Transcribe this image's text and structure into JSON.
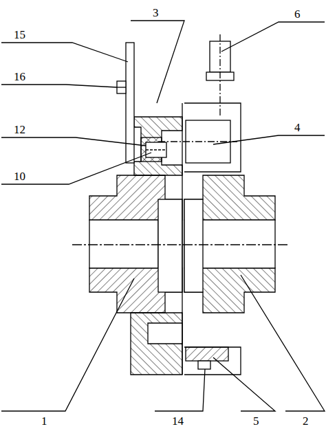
{
  "diagram": {
    "labels": [
      "15",
      "16",
      "3",
      "6",
      "12",
      "4",
      "10",
      "1",
      "14",
      "5",
      "2"
    ]
  }
}
